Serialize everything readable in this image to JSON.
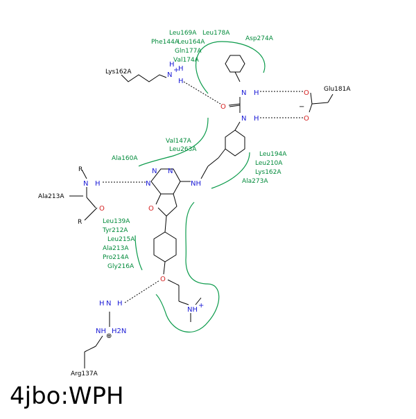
{
  "caption": "4jbo:WPH",
  "residues": {
    "leu169": "Leu169A",
    "leu178": "Leu178A",
    "asp274": "Asp274A",
    "phe144": "Phe144A",
    "leu164": "Leu164A",
    "gln177": "Gln177A",
    "val174": "Val174A",
    "lys162_top": "Lys162A",
    "glu181": "Glu181A",
    "val147": "Val147A",
    "leu263": "Leu263A",
    "ala160": "Ala160A",
    "leu194": "Leu194A",
    "leu210": "Leu210A",
    "lys162_side": "Lys162A",
    "ala273": "Ala273A",
    "ala213_bb": "Ala213A",
    "leu139": "Leu139A",
    "tyr212": "Tyr212A",
    "leu215": "Leu215A",
    "ala213": "Ala213A",
    "pro214": "Pro214A",
    "gly216": "Gly216A",
    "arg137": "Arg137A"
  },
  "atoms": {
    "n": "N",
    "o": "O",
    "h": "H",
    "nh": "NH",
    "r": "R",
    "plus": "+",
    "minus": "−",
    "oplus": "⊕",
    "h2n": "H2N"
  },
  "colors": {
    "pocket": "#0a9a4a",
    "residue_text": "#008a3a",
    "nitrogen": "#1a1ad6",
    "oxygen": "#d42020"
  }
}
